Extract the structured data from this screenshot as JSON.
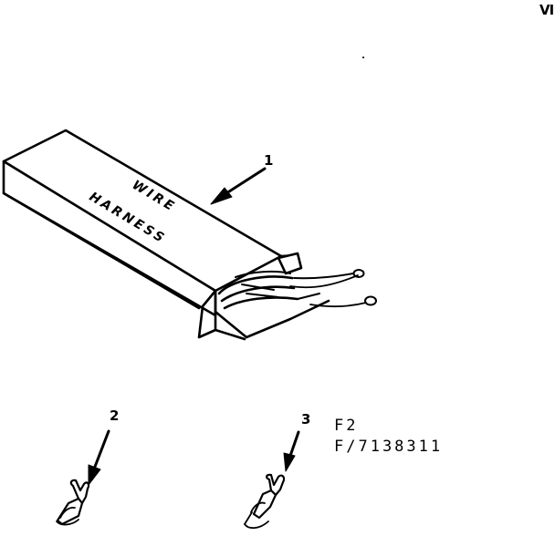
{
  "page": {
    "corner_mark": "VI"
  },
  "diagram": {
    "box_label": {
      "line1": "WIRE",
      "line2": "HARNESS"
    },
    "callouts": [
      {
        "id": "1",
        "label": "1",
        "part": "wire-harness-box"
      },
      {
        "id": "2",
        "label": "2",
        "part": "terminal-clip"
      },
      {
        "id": "3",
        "label": "3",
        "part": "terminal-clip"
      }
    ],
    "reference": {
      "figure": "F2",
      "part_number": "F/7138311"
    }
  },
  "colors": {
    "ink": "#000000",
    "background": "#ffffff"
  }
}
